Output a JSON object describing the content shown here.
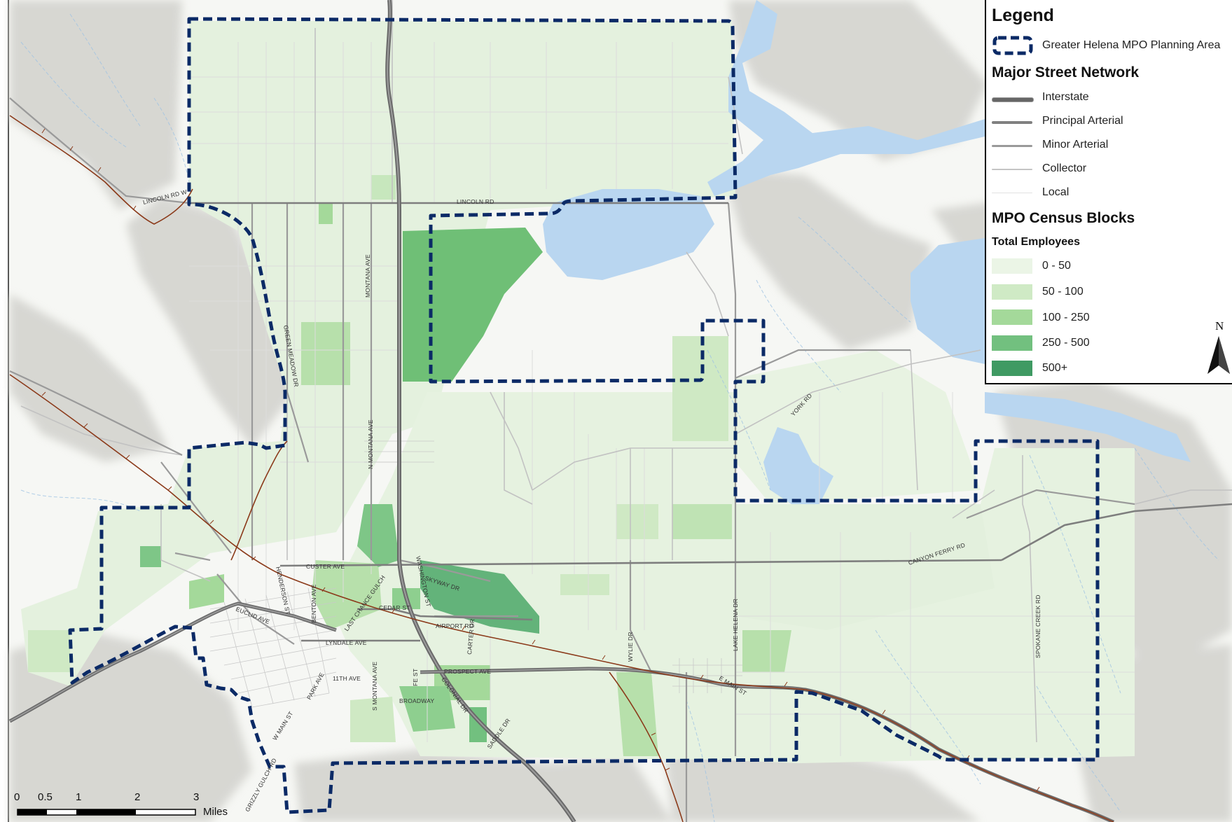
{
  "legend": {
    "title": "Legend",
    "boundary_label": "Greater Helena MPO Planning Area",
    "streets_title": "Major Street Network",
    "streets": [
      {
        "label": "Interstate",
        "color": "#707070"
      },
      {
        "label": "Principal Arterial",
        "color": "#808080"
      },
      {
        "label": "Minor Arterial",
        "color": "#9a9a9a"
      },
      {
        "label": "Collector",
        "color": "#c4c4c4"
      },
      {
        "label": "Local",
        "color": "#e8e8e8"
      }
    ],
    "census_title": "MPO Census Blocks",
    "census_sub": "Total Employees",
    "classes": [
      {
        "label": "0 - 50",
        "color": "#ebf5e6"
      },
      {
        "label": "50 - 100",
        "color": "#cfeac5"
      },
      {
        "label": "100 - 250",
        "color": "#a4d99a"
      },
      {
        "label": "250 - 500",
        "color": "#72c07f"
      },
      {
        "label": "500+",
        "color": "#3f9a63"
      }
    ]
  },
  "scale": {
    "ticks": [
      "0",
      "0.5",
      "1",
      "2",
      "3"
    ],
    "unit": "Miles"
  },
  "north_label": "N",
  "streets": {
    "lincoln_rd_w": "LINCOLN RD W",
    "lincoln_rd": "LINCOLN RD",
    "green_meadow": "GREEN MEADOW DR",
    "montana_ave": "MONTANA AVE",
    "n_montana_ave": "N MONTANA AVE",
    "york_rd": "YORK RD",
    "canyon_ferry": "CANYON FERRY RD",
    "custer": "CUSTER AVE",
    "henderson": "HENDERSON ST",
    "benton": "BENTON AVE",
    "washington": "WASHINGTON ST",
    "skyway": "SKYWAY DR",
    "cedar": "CEDAR ST",
    "airport": "AIRPORT RD",
    "last_chance": "LAST CHANCE GULCH",
    "euclid": "EUCLID AVE",
    "lyndale": "LYNDALE AVE",
    "carter": "CARTER DR",
    "wylie": "WYLIE DR",
    "lake_helena": "LAKE HELENA DR",
    "spokane_creek": "SPOKANE CREEK RD",
    "eleventh": "11TH AVE",
    "prospect": "PROSPECT AVE",
    "fe_st": "FE ST",
    "park_ave": "PARK AVE",
    "s_montana": "S MONTANA AVE",
    "broadway": "BROADWAY",
    "colonial": "COLONIAL DR",
    "e_main": "E MAIN ST",
    "w_main": "W MAIN ST",
    "grizzly": "GRIZZLY GULCH RD",
    "saddle": "SADDLE DR"
  },
  "colors": {
    "boundary": "#0b2a66",
    "water": "#b9d6f0",
    "railroad": "#8b3a1a",
    "background": "#f4f7f2",
    "hills": "#d7d7d2"
  }
}
